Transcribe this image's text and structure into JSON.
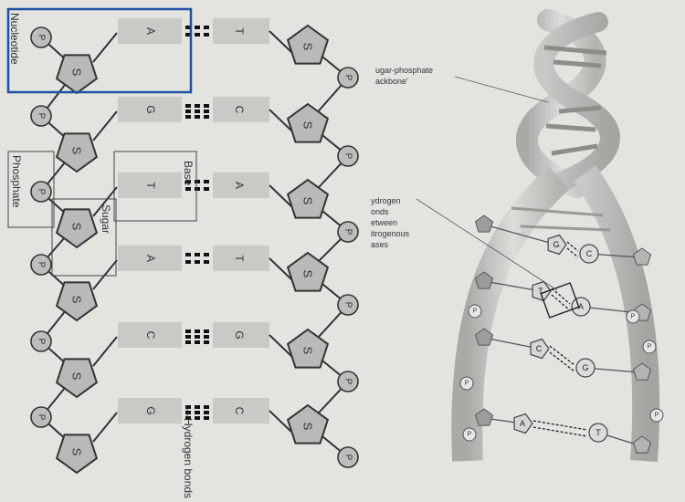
{
  "left_diagram": {
    "rows": [
      {
        "left_base": "A",
        "right_base": "T",
        "bond_count": 2
      },
      {
        "left_base": "G",
        "right_base": "C",
        "bond_count": 3
      },
      {
        "left_base": "T",
        "right_base": "A",
        "bond_count": 2
      },
      {
        "left_base": "A",
        "right_base": "T",
        "bond_count": 2
      },
      {
        "left_base": "C",
        "right_base": "G",
        "bond_count": 3
      },
      {
        "left_base": "G",
        "right_base": "C",
        "bond_count": 3
      }
    ],
    "phosphate_symbol": "P",
    "sugar_symbol": "S",
    "labels": {
      "nucleotide": "Nucleotide",
      "phosphate": "Phosphate",
      "sugar": "Sugar",
      "base": "Base",
      "hydrogen_bonds": "—Hydrogen bonds"
    }
  },
  "right_diagram": {
    "backbone_label": [
      "ugar-phosphate",
      "ackbone'"
    ],
    "hbond_label": [
      "ydrogen",
      "onds",
      "etween",
      "itrogenous",
      "ases"
    ],
    "rungs": [
      {
        "left": "G",
        "right": "C"
      },
      {
        "left": "T",
        "right": "A"
      },
      {
        "left": "C",
        "right": "G"
      },
      {
        "left": "A",
        "right": "T"
      }
    ],
    "phosphate_symbol": "P"
  },
  "colors": {
    "nucleotide_box": "#1f4fa3",
    "background": "#e3e3df",
    "sugar_fill": "#b9b9b9",
    "phosphate_fill": "#bdbdbd"
  }
}
